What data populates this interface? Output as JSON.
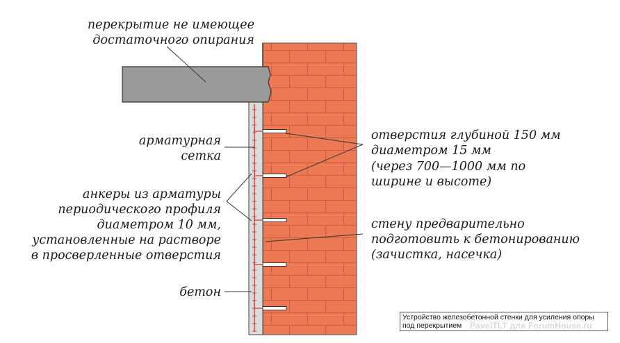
{
  "labels": {
    "slab": [
      "перекрытие не имеющее",
      "достаточного опирания"
    ],
    "mesh": [
      "арматурная",
      "сетка"
    ],
    "anchors": [
      "анкеры из арматуры",
      "периодического профиля",
      "диаметром 10 мм,",
      "установленные на растворе",
      "в просверленные отверстия"
    ],
    "concrete": [
      "бетон"
    ],
    "holes": [
      "отверстия глубиной 150 мм",
      "диаметром 15 мм",
      "(через 700—1000 мм по",
      "ширине и высоте)"
    ],
    "wall_prep": [
      "стену предварительно",
      "подготовить к бетонированию",
      "(зачистка, насечка)"
    ]
  },
  "caption": [
    "Устройство железобетонной стенки для усиления опоры",
    "под перекрытием"
  ],
  "watermark": "PavelTLT для ForumHouse.ru",
  "colors": {
    "brick": "#ee7a55",
    "mortar": "#c95c3a",
    "slab": "#9a9a9a",
    "concrete": "#dcdcdc",
    "rebar": "#d23a3a",
    "anchor": "#ffffff"
  }
}
